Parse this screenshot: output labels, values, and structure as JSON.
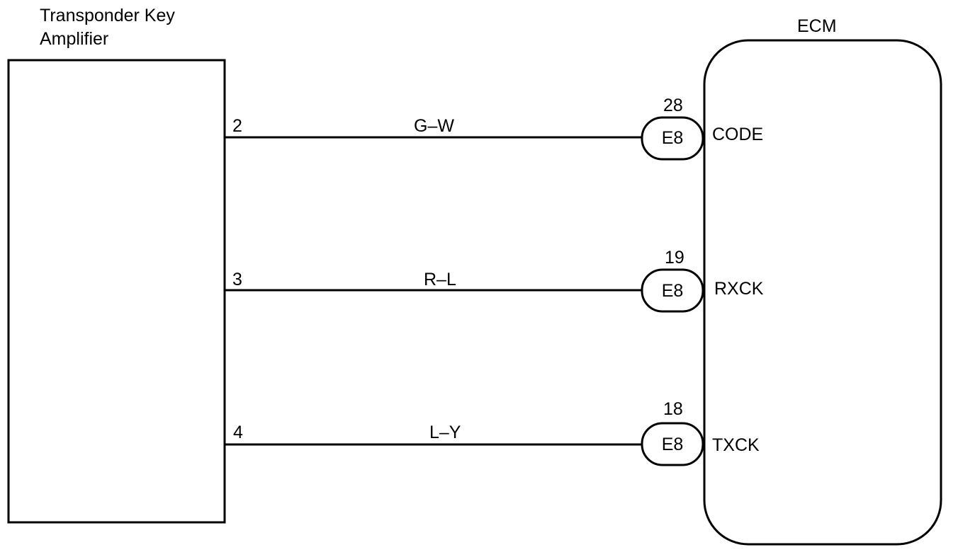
{
  "amplifier": {
    "title_line1": "Transponder Key",
    "title_line2": "Amplifier"
  },
  "ecm": {
    "title": "ECM"
  },
  "wires": [
    {
      "amp_pin": "2",
      "color_code": "G–W",
      "connector": "E8",
      "ecm_pin": "28",
      "signal": "CODE"
    },
    {
      "amp_pin": "3",
      "color_code": "R–L",
      "connector": "E8",
      "ecm_pin": "19",
      "signal": "RXCK"
    },
    {
      "amp_pin": "4",
      "color_code": "L–Y",
      "connector": "E8",
      "ecm_pin": "18",
      "signal": "TXCK"
    }
  ]
}
